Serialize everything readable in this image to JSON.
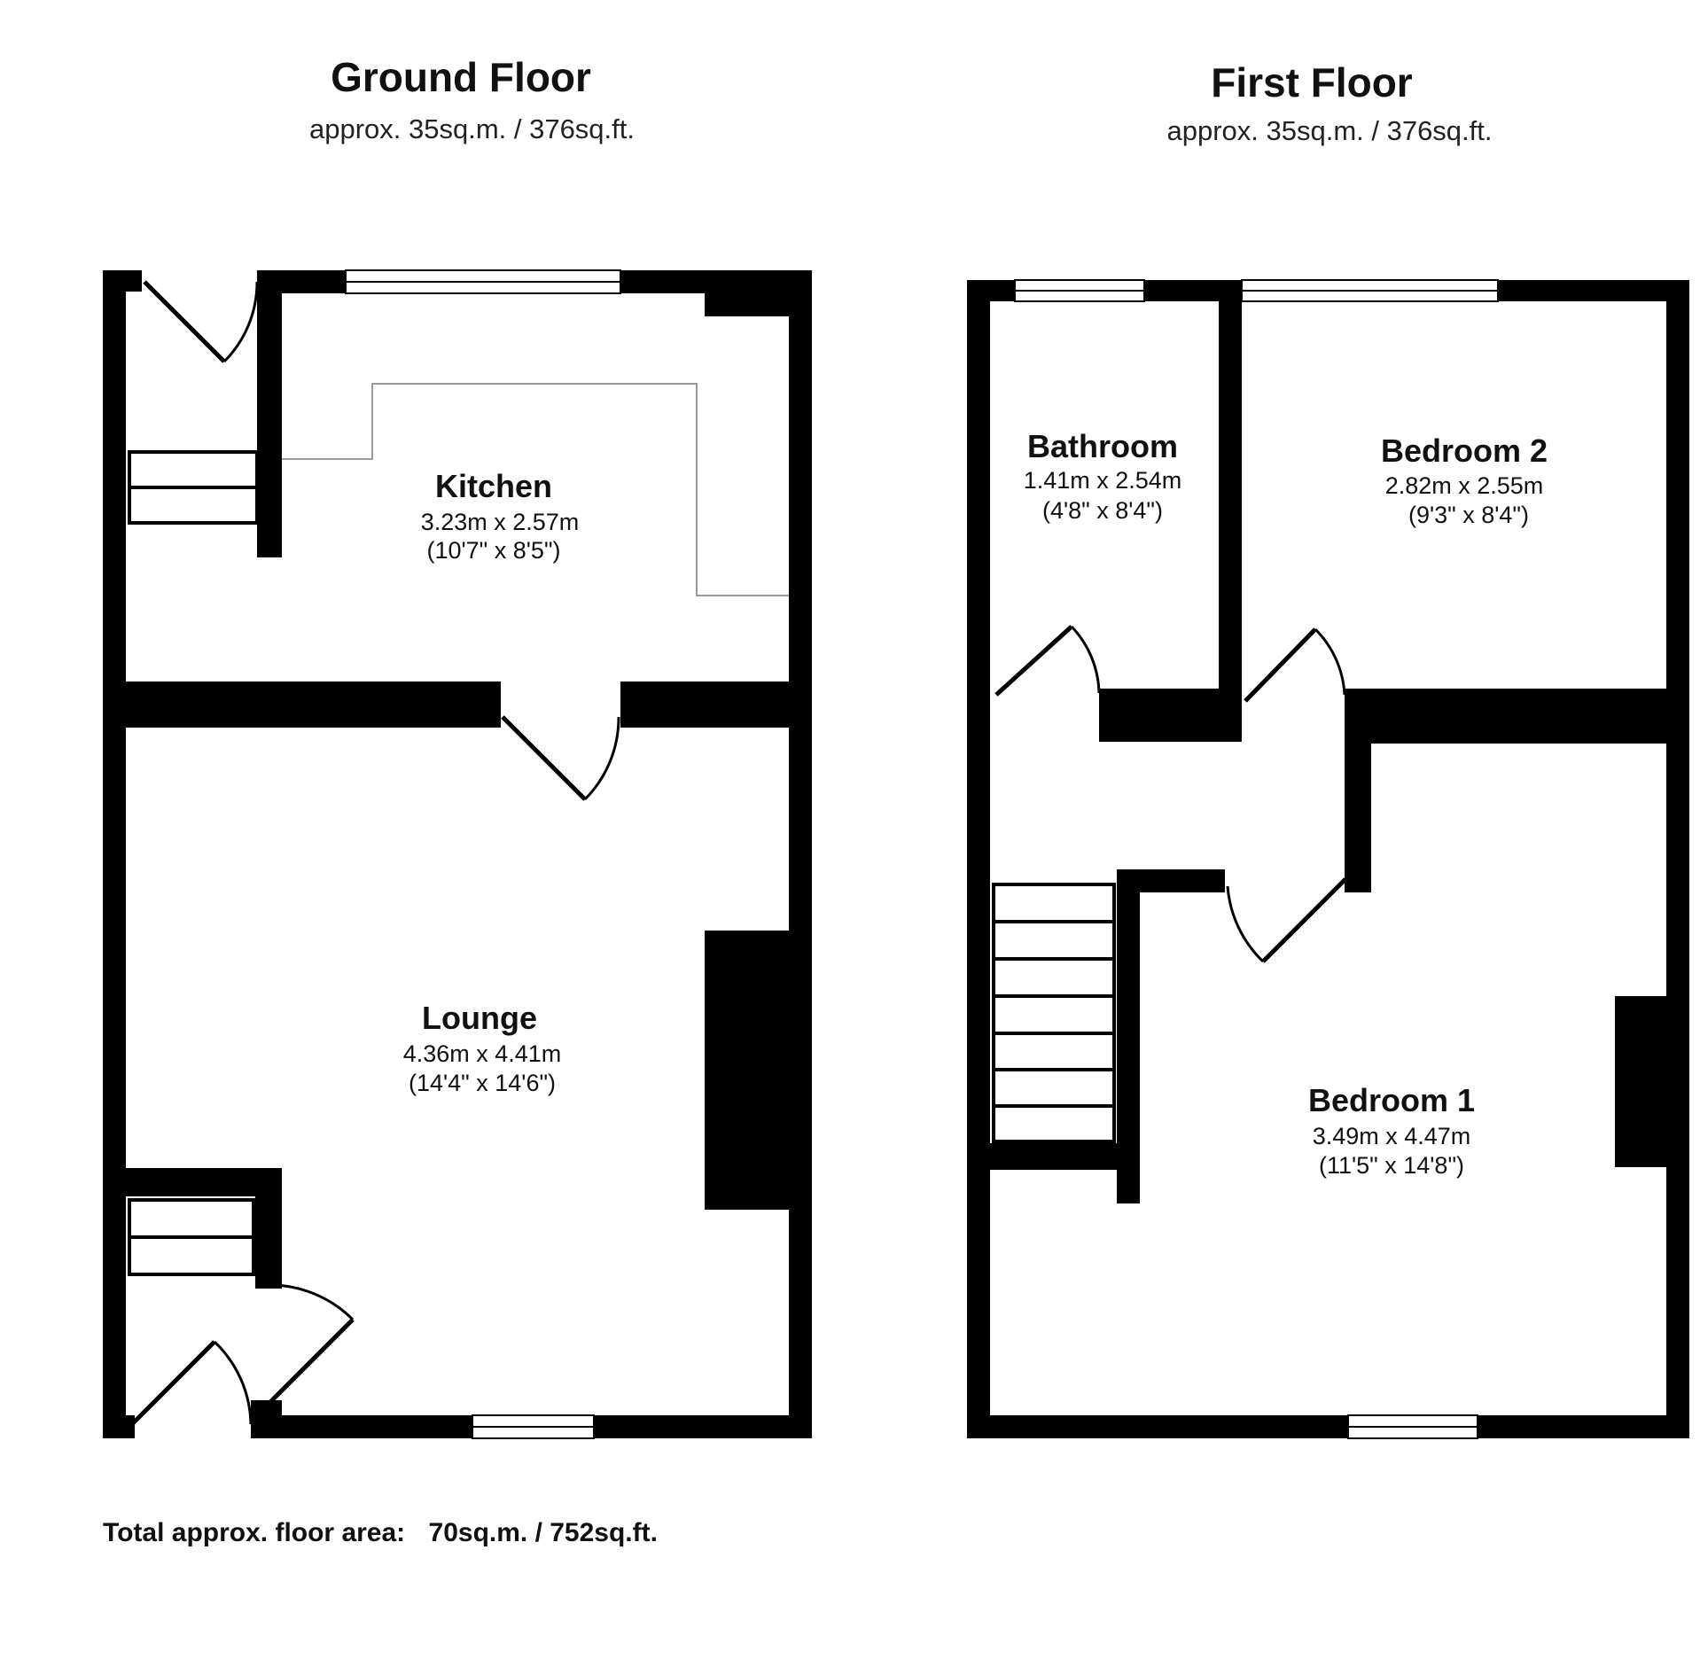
{
  "ground_floor": {
    "title": "Ground Floor",
    "area": "approx. 35sq.m. / 376sq.ft.",
    "rooms": [
      {
        "name": "Kitchen",
        "dims_metric": "3.23m x 2.57m",
        "dims_imperial": "(10'7\" x 8'5\")"
      },
      {
        "name": "Lounge",
        "dims_metric": "4.36m x 4.41m",
        "dims_imperial": "(14'4\" x 14'6\")"
      }
    ]
  },
  "first_floor": {
    "title": "First Floor",
    "area": "approx. 35sq.m. / 376sq.ft.",
    "rooms": [
      {
        "name": "Bathroom",
        "dims_metric": "1.41m x 2.54m",
        "dims_imperial": "(4'8\" x 8'4\")"
      },
      {
        "name": "Bedroom 2",
        "dims_metric": "2.82m x 2.55m",
        "dims_imperial": "(9'3\" x 8'4\")"
      },
      {
        "name": "Bedroom 1",
        "dims_metric": "3.49m x 4.47m",
        "dims_imperial": "(11'5\" x 14'8\")"
      }
    ]
  },
  "total": {
    "label": "Total approx. floor area:",
    "value": "70sq.m. / 752sq.ft."
  },
  "colors": {
    "wall": "#000000",
    "background": "#ffffff",
    "fixture_line": "#9a9a9a"
  }
}
